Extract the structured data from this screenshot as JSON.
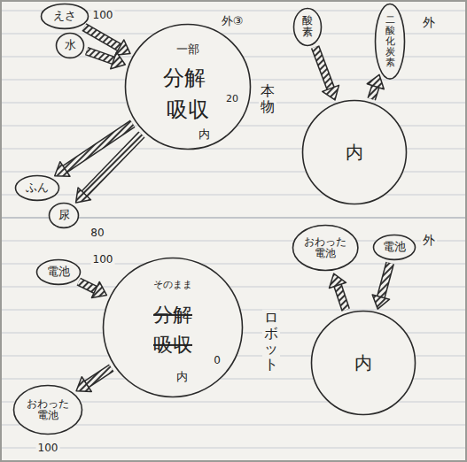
{
  "diagram": {
    "nodes": [
      {
        "text": [
          "一部",
          "分解",
          "吸収",
          "20",
          "内"
        ]
      },
      {
        "text": [
          "えさ"
        ]
      },
      {
        "text": [
          "水"
        ]
      },
      {
        "text": [
          "ふん"
        ]
      },
      {
        "text": [
          "尿"
        ]
      },
      {
        "text": [
          "内"
        ]
      },
      {
        "text": [
          "酸素"
        ]
      },
      {
        "text": [
          "二酸化炭素"
        ]
      },
      {
        "text": [
          "そのまま",
          "分解",
          "吸収",
          "内",
          "0"
        ]
      },
      {
        "text": [
          "電池"
        ]
      },
      {
        "text": [
          "おわった電池"
        ]
      },
      {
        "text": [
          "内"
        ]
      },
      {
        "text": [
          "おわった電池"
        ]
      },
      {
        "text": [
          "電池"
        ]
      }
    ],
    "edges": [
      {
        "from": 1,
        "to": 0,
        "arrow": "to"
      },
      {
        "from": 2,
        "to": 0,
        "arrow": "to"
      },
      {
        "from": 0,
        "to": 3,
        "arrow": "to"
      },
      {
        "from": 0,
        "to": 4,
        "arrow": "to"
      },
      {
        "from": 6,
        "to": 5,
        "arrow": "to"
      },
      {
        "from": 5,
        "to": 7,
        "arrow": "to"
      },
      {
        "from": 9,
        "to": 8,
        "arrow": "to"
      },
      {
        "from": 8,
        "to": 10,
        "arrow": "to"
      },
      {
        "from": 13,
        "to": 11,
        "arrow": "to"
      },
      {
        "from": 11,
        "to": 12,
        "arrow": "to"
      }
    ],
    "labels": [
      "100",
      "外③",
      "80",
      "本物",
      "外",
      "100",
      "100",
      "ロボット",
      "外"
    ]
  }
}
